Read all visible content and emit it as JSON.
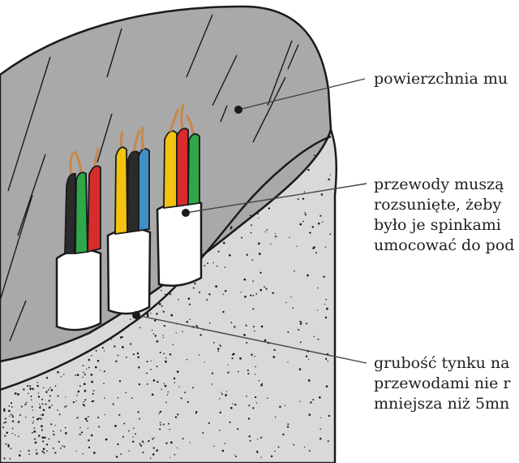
{
  "labels": {
    "surface": [
      "powierzchnia mu"
    ],
    "wires": [
      "przewody muszą",
      "rozsunięte, żeby",
      "było je spinkami",
      "umocować do pod"
    ],
    "plaster": [
      "grubość tynku na",
      "przewodami nie r",
      "mniejsza niż 5mn"
    ]
  },
  "colors": {
    "wall_surface": "#a9a9a9",
    "plaster": "#d9d9d9",
    "cable_sheath": "#ffffff",
    "wire_black": "#2b2b2b",
    "wire_green": "#2ea84a",
    "wire_red": "#d92b2b",
    "wire_yellow": "#f2c40f",
    "wire_blue": "#3f8ec4",
    "copper": "#c8874a",
    "ink": "#1a1a1a"
  }
}
